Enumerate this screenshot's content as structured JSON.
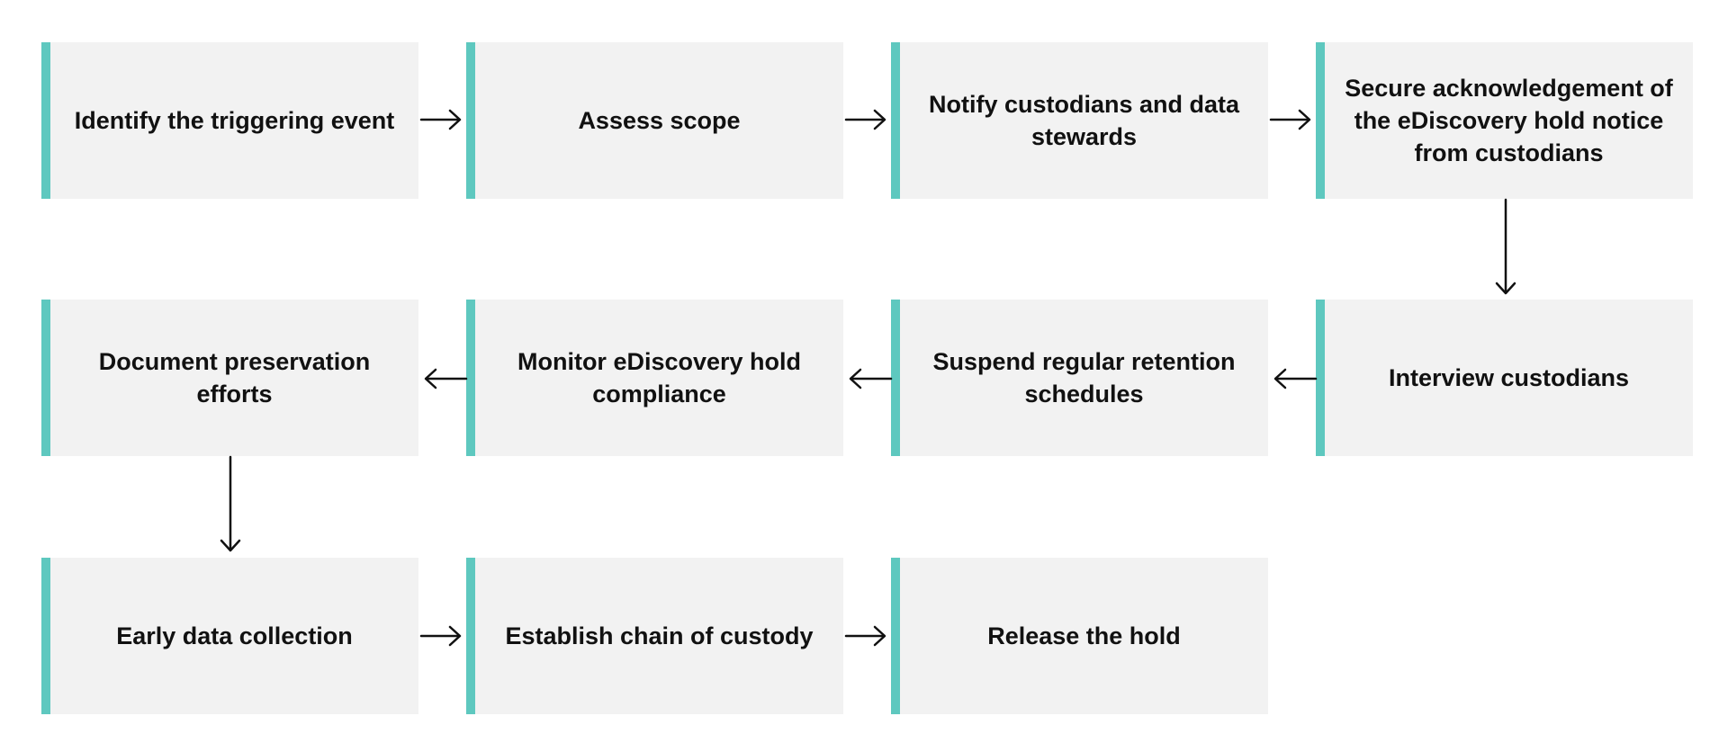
{
  "steps": [
    {
      "id": "identify",
      "label": "Identify the triggering event"
    },
    {
      "id": "assess",
      "label": "Assess scope"
    },
    {
      "id": "notify",
      "label": "Notify custodians and data stewards"
    },
    {
      "id": "acknowledge",
      "label": "Secure acknowledgement of the eDiscovery hold notice from custodians"
    },
    {
      "id": "interview",
      "label": "Interview custodians"
    },
    {
      "id": "suspend",
      "label": "Suspend regular retention schedules"
    },
    {
      "id": "monitor",
      "label": "Monitor eDiscovery hold compliance"
    },
    {
      "id": "document",
      "label": "Document preservation efforts"
    },
    {
      "id": "early-collection",
      "label": "Early data collection"
    },
    {
      "id": "chain-of-custody",
      "label": "Establish chain of custody"
    },
    {
      "id": "release",
      "label": "Release the hold"
    }
  ],
  "colors": {
    "accent": "#5ec8bf",
    "box_fill": "#f2f2f2",
    "text": "#111111"
  }
}
